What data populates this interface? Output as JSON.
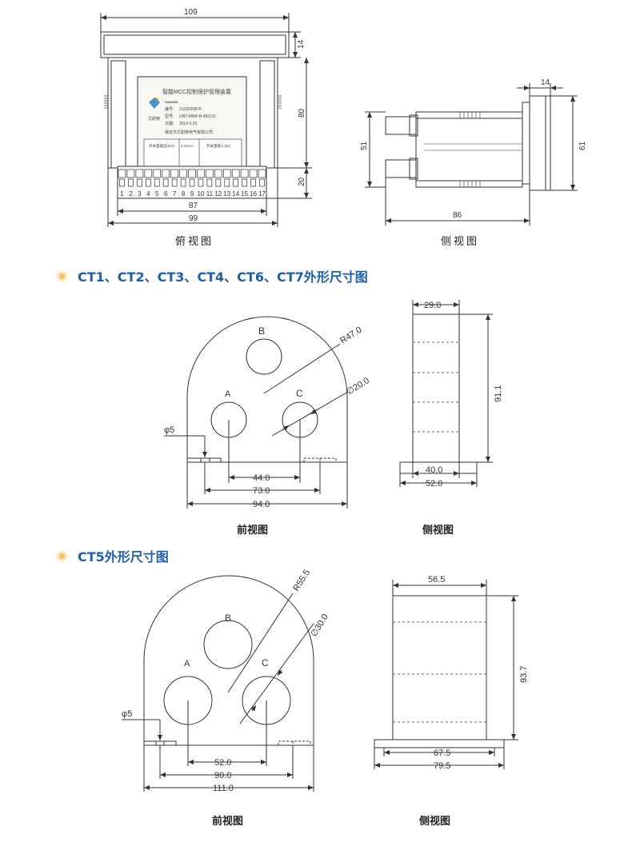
{
  "top": {
    "label_topview": "俯视图",
    "label_sideview": "侧视图",
    "dims": {
      "w109": "109",
      "w87": "87",
      "w99": "99",
      "h14": "14",
      "h80": "80",
      "h20": "20",
      "s14": "14",
      "s51": "51",
      "s61": "61",
      "s86": "86"
    },
    "panel": {
      "title": "智能MCC控制保护管理装置",
      "model_row": "U244005",
      "serial_label": "编号:",
      "serial": "2102020876",
      "type_label": "型号:",
      "type": "UNT-MNR-B-4B/131",
      "date_label": "日期:",
      "date": "2014.3.20",
      "company": "保定市尤耐特电气有限公司",
      "logo_text": "尤耐特",
      "group1": "开关量输出(DO)",
      "group2": "4-20mA",
      "group3": "开关量输入(DI)",
      "terminals": [
        "1",
        "2",
        "3",
        "4",
        "5",
        "6",
        "7",
        "8",
        "9",
        "10",
        "11",
        "12",
        "13",
        "14",
        "15",
        "16",
        "17"
      ]
    }
  },
  "ct1": {
    "section_title": "CT1、CT2、CT3、CT4、CT6、CT7外形尺寸图",
    "label_front": "前视图",
    "label_side": "侧视图",
    "hole_b": "B",
    "hole_a": "A",
    "hole_c": "C",
    "radius": "R47.0",
    "diameter": "∅20.0",
    "phi5": "φ5",
    "w44": "44.0",
    "w73": "73.0",
    "w94": "94.0",
    "s29": "29.0",
    "s40": "40.0",
    "s52": "52.0",
    "s91": "91.1"
  },
  "ct5": {
    "section_title": "CT5外形尺寸图",
    "label_front": "前视图",
    "label_side": "侧视图",
    "hole_b": "B",
    "hole_a": "A",
    "hole_c": "C",
    "radius": "R55.5",
    "diameter": "∅30.0",
    "phi5": "φ5",
    "w52": "52.0",
    "w90": "90.0",
    "w111": "111.0",
    "s56": "56.5",
    "s67": "67.5",
    "s79": "79.5",
    "s93": "93.7"
  },
  "colors": {
    "line": "#333333",
    "title": "#1f5fa8",
    "bullet": "#f3c26b"
  }
}
